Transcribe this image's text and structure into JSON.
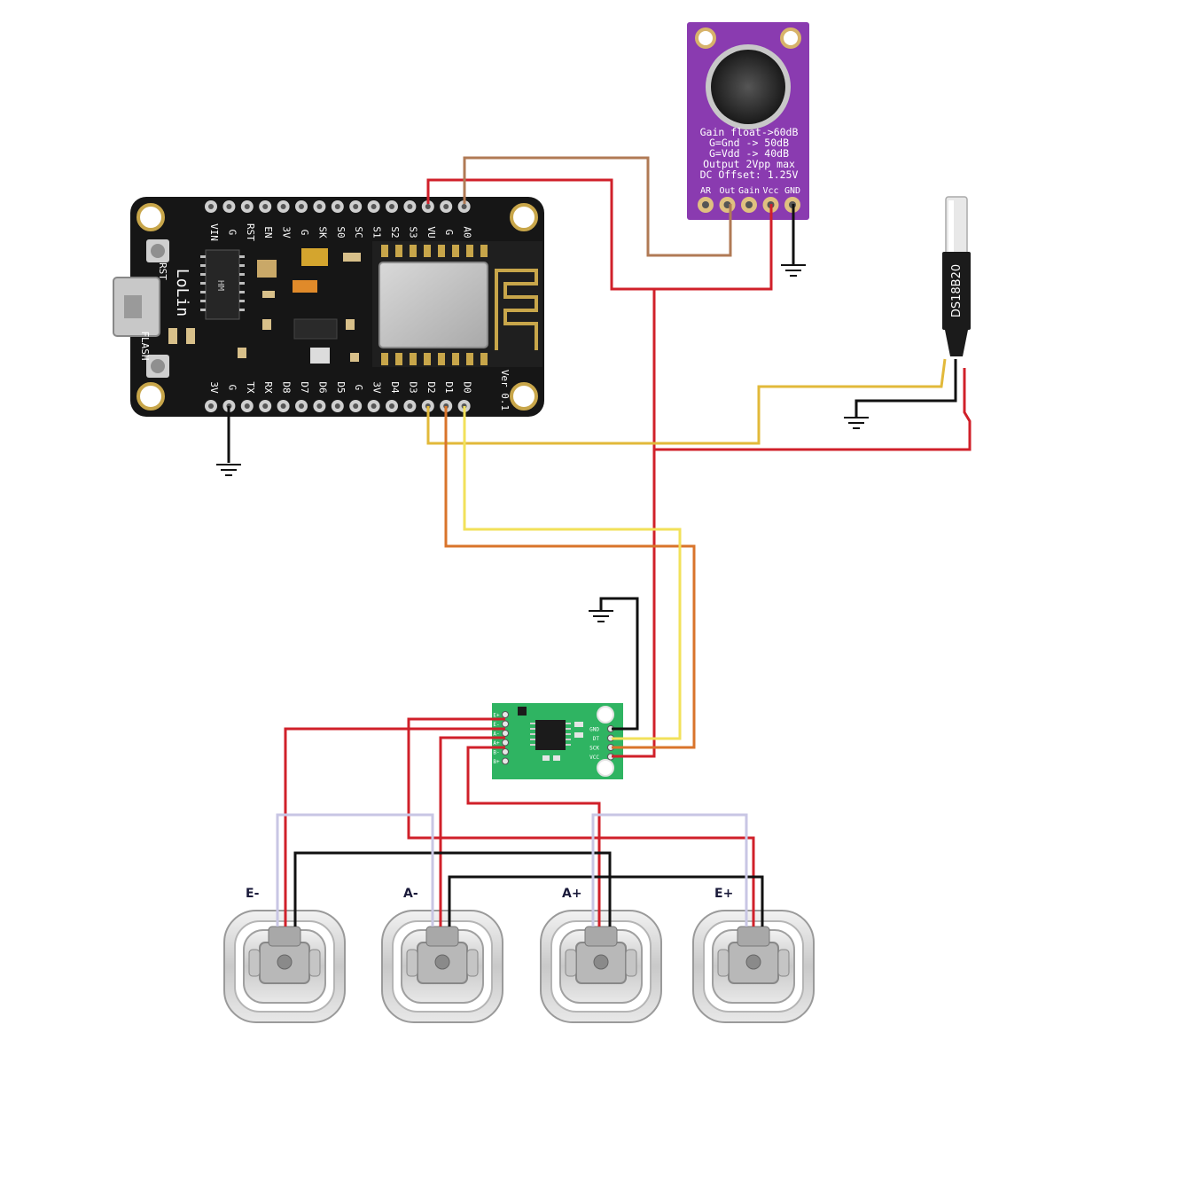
{
  "nodemcu": {
    "top_pins": [
      "VIN",
      "G",
      "RST",
      "EN",
      "3V",
      "G",
      "SK",
      "S0",
      "SC",
      "S1",
      "S2",
      "S3",
      "VU",
      "G",
      "A0"
    ],
    "bottom_pins": [
      "3V",
      "G",
      "TX",
      "RX",
      "D8",
      "D7",
      "D6",
      "D5",
      "G",
      "3V",
      "D4",
      "D3",
      "D2",
      "D1",
      "D0"
    ],
    "brand": "LoLin",
    "version": "Ver 0.1",
    "rst_label": "RST",
    "flash_label": "FLASH",
    "chip_label": "HM"
  },
  "microphone": {
    "lines": [
      "Gain float->60dB",
      "G=Gnd -> 50dB",
      "G=Vdd -> 40dB",
      "Output 2Vpp max",
      "DC Offset: 1.25V"
    ],
    "pins": [
      "AR",
      "Out",
      "Gain",
      "Vcc",
      "GND"
    ]
  },
  "temp_sensor": {
    "label": "DS18B20"
  },
  "hx711": {
    "left_pins": [
      "E+",
      "E-",
      "A-",
      "A+",
      "B-",
      "B+"
    ],
    "right_pins": [
      "GND",
      "DT",
      "SCK",
      "VCC"
    ]
  },
  "load_cells": [
    {
      "label": "E-"
    },
    {
      "label": "A-"
    },
    {
      "label": "A+"
    },
    {
      "label": "E+"
    }
  ],
  "colors": {
    "red": "#d0202a",
    "brown": "#b07a55",
    "yellow_gold": "#e2b93a",
    "yellow_light": "#f2e15a",
    "orange": "#d9742b",
    "black": "#111111",
    "lavender": "#c8c6e4",
    "pcb_black": "#151515",
    "pcb_purple": "#8a3bb0",
    "pcb_green": "#2fb462"
  }
}
